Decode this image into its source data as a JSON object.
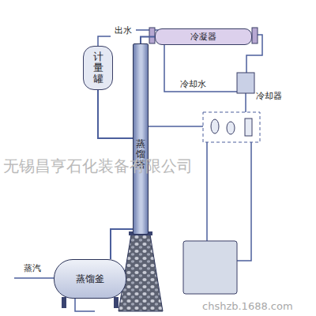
{
  "diagram": {
    "nodes": [
      {
        "text": [
          "计量罐"
        ]
      },
      {
        "text": [
          "冷凝器"
        ]
      },
      {
        "text": [
          "蒸馏塔"
        ]
      },
      {
        "text": [
          "蒸馏釜"
        ]
      }
    ],
    "edges": [
      {
        "from": 0,
        "to": 2,
        "arrow": "none"
      },
      {
        "from": 2,
        "to": 1,
        "arrow": "none"
      },
      {
        "from": 3,
        "to": 2,
        "arrow": "none"
      }
    ],
    "labels": [
      "出水",
      "冷却水",
      "冷却器",
      "蒸汽",
      "无锡昌亨石化装备有限公司",
      "chshzb.1688.com"
    ]
  }
}
